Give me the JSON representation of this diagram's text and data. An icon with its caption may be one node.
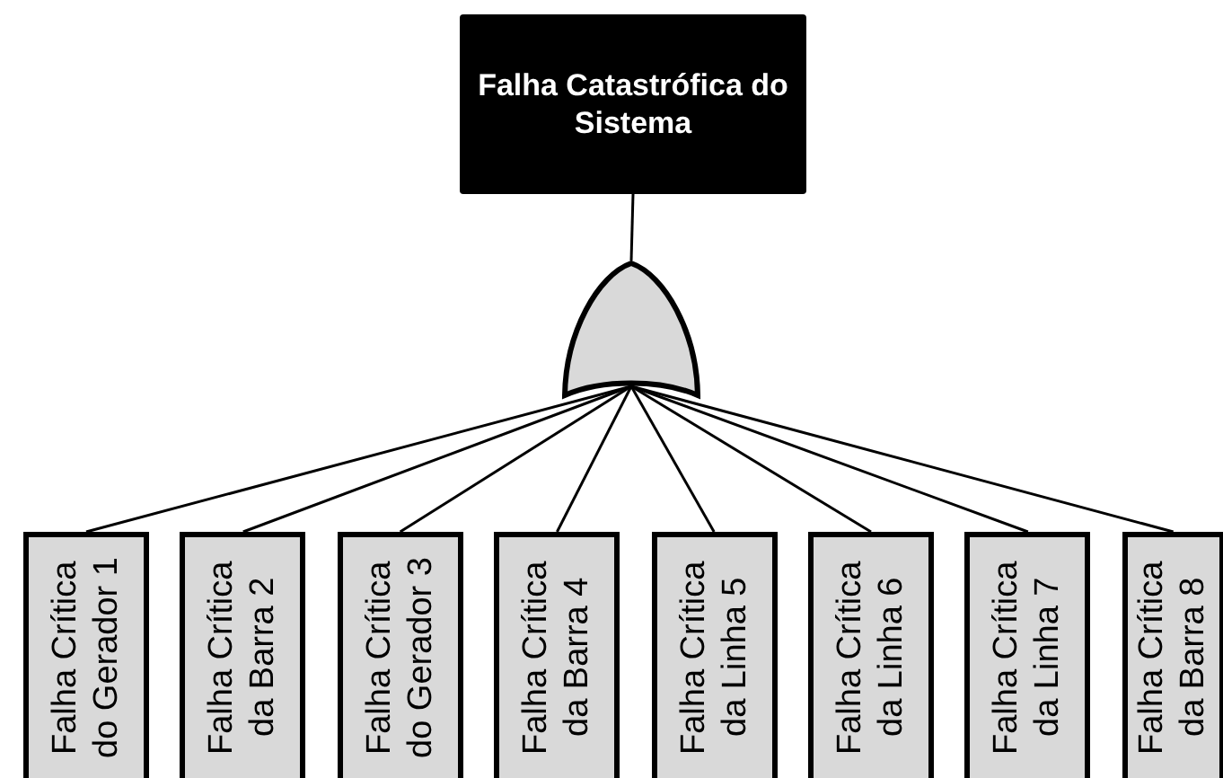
{
  "diagram": {
    "nodes": [
      {
        "text": [
          "Falha Catastrófica do Sistema"
        ]
      },
      {
        "text": [],
        "shape": "gate"
      },
      {
        "text": [
          "Falha Crítica do Gerador 1"
        ]
      },
      {
        "text": [
          "Falha Crítica da Barra 2"
        ]
      },
      {
        "text": [
          "Falha Crítica do Gerador 3"
        ]
      },
      {
        "text": [
          "Falha Crítica da Barra 4"
        ]
      },
      {
        "text": [
          "Falha Crítica da Linha 5"
        ]
      },
      {
        "text": [
          "Falha Crítica da Linha 6"
        ]
      },
      {
        "text": [
          "Falha Crítica da Linha 7"
        ]
      },
      {
        "text": [
          "Falha Crítica da Barra 8"
        ]
      }
    ],
    "edges": [
      {
        "from": 0,
        "to": 1,
        "arrow": "none"
      },
      {
        "from": 1,
        "to": 2,
        "arrow": "none"
      },
      {
        "from": 1,
        "to": 3,
        "arrow": "none"
      },
      {
        "from": 1,
        "to": 4,
        "arrow": "none"
      },
      {
        "from": 1,
        "to": 5,
        "arrow": "none"
      },
      {
        "from": 1,
        "to": 6,
        "arrow": "none"
      },
      {
        "from": 1,
        "to": 7,
        "arrow": "none"
      },
      {
        "from": 1,
        "to": 8,
        "arrow": "none"
      },
      {
        "from": 1,
        "to": 9,
        "arrow": "none"
      }
    ]
  }
}
